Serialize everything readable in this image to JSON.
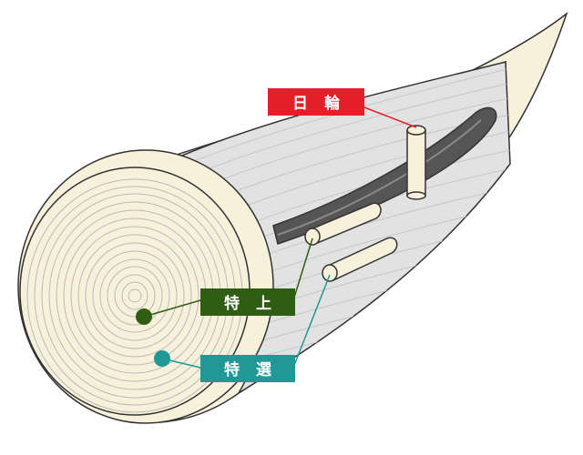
{
  "labels": {
    "nichirin": "日 輪",
    "tokujo": "特 上",
    "tokusen": "特 選"
  },
  "colors": {
    "nichirin": "#e3202a",
    "tokujo": "#2f5d14",
    "tokusen": "#1f9896",
    "ivory": "#f7f1dc",
    "outline": "#333333",
    "bark": "#e2e2e2"
  }
}
